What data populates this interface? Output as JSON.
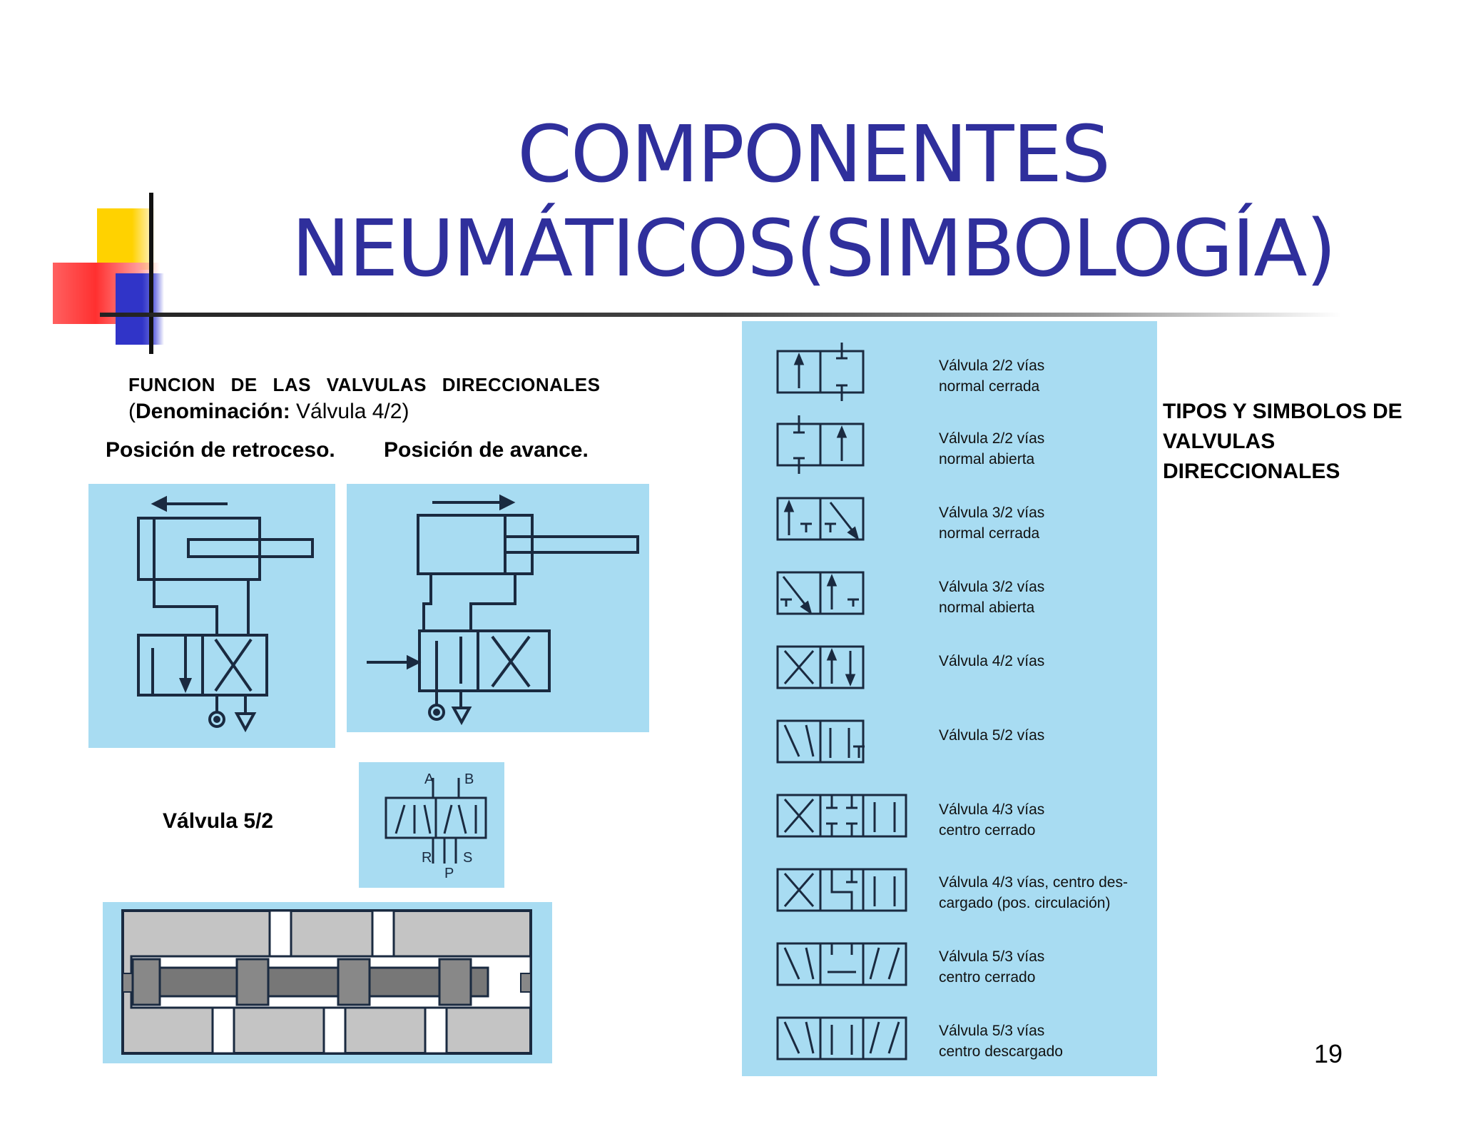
{
  "title": {
    "line1": "COMPONENTES",
    "line2": "NEUMÁTICOS(SIMBOLOGÍA)"
  },
  "left": {
    "heading": "FUNCION DE LAS VALVULAS DIRECCIONALES",
    "denom_open": "(",
    "denom_label": "Denominación:",
    "denom_value": " Válvula 4/2)",
    "pos_retroceso": "Posición de retroceso.",
    "pos_avance": "Posición de avance.",
    "valvula_52": "Válvula 5/2",
    "port_labels": [
      "A",
      "B",
      "R",
      "S",
      "P"
    ]
  },
  "right": {
    "heading": "TIPOS Y SIMBOLOS DE VALVULAS DIRECCIONALES",
    "valves": [
      {
        "line1": "Válvula 2/2 vías",
        "line2": "normal cerrada"
      },
      {
        "line1": "Válvula 2/2 vías",
        "line2": "normal abierta"
      },
      {
        "line1": "Válvula 3/2 vías",
        "line2": "normal cerrada"
      },
      {
        "line1": "Válvula 3/2 vías",
        "line2": "normal abierta"
      },
      {
        "line1": "Válvula 4/2 vías",
        "line2": ""
      },
      {
        "line1": "Válvula 5/2 vías",
        "line2": ""
      },
      {
        "line1": "Válvula 4/3 vías",
        "line2": "centro cerrado"
      },
      {
        "line1": "Válvula 4/3 vías, centro des-",
        "line2": "cargado (pos. circulación)"
      },
      {
        "line1": "Válvula 5/3 vías",
        "line2": "centro cerrado"
      },
      {
        "line1": "Válvula 5/3 vías",
        "line2": "centro descargado"
      }
    ]
  },
  "page_number": "19",
  "colors": {
    "title": "#2f2f9c",
    "panel": "#a8dcf2",
    "deco_yellow": "#ffd200",
    "deco_blue": "#3034c8",
    "deco_red": "#ff3030"
  }
}
